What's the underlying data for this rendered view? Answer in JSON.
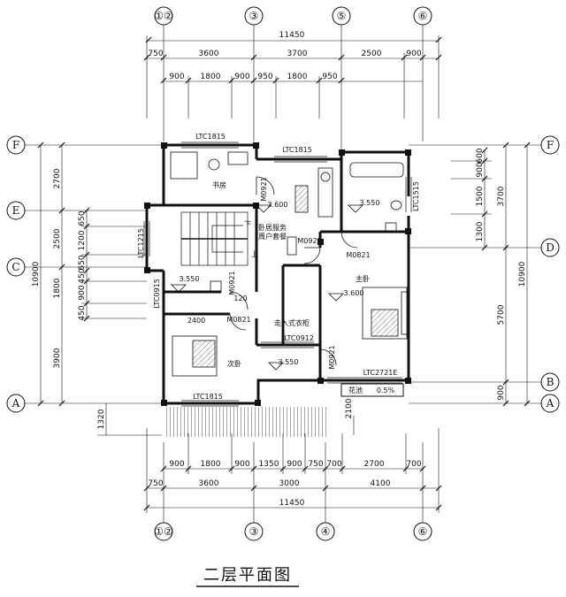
{
  "title": "二层平面图",
  "axes": {
    "top": [
      "①②",
      "③",
      "⑤",
      "⑥"
    ],
    "bottom": [
      "①②",
      "③",
      "④",
      "⑥"
    ],
    "left": [
      "F",
      "E",
      "C",
      "A"
    ],
    "right": [
      "F",
      "D",
      "B",
      "A"
    ]
  },
  "dims_top": {
    "total": "11450",
    "row1": [
      "750",
      "3600",
      "3700",
      "2500",
      "900"
    ],
    "row2": [
      "900",
      "1800",
      "900",
      "950",
      "1800",
      "950"
    ]
  },
  "dims_bottom": {
    "total": "11450",
    "row1": [
      "750",
      "3600",
      "3000",
      "4100"
    ],
    "row2": [
      "900",
      "1800",
      "900",
      "1350",
      "900",
      "750",
      "700",
      "2700",
      "700"
    ]
  },
  "dims_left": {
    "total": "10900",
    "row1": [
      "2700",
      "2500",
      "1800",
      "3900"
    ],
    "row2": [
      "650",
      "1200",
      "650",
      "450",
      "900",
      "450"
    ],
    "extra": "1320"
  },
  "dims_right": {
    "total": "10900",
    "row1": [
      "3700",
      "5700",
      "900"
    ],
    "row2": [
      "600",
      "900",
      "1500",
      "1300"
    ],
    "extra": "2100"
  },
  "rooms": {
    "study": "书房",
    "master": "主卧",
    "second": "次卧",
    "walkin": "走入式衣柜",
    "shared": [
      "卧居服务",
      "周户套餐"
    ]
  },
  "windows": {
    "w1": "LTC1815",
    "w2": "LTC1815",
    "w3": "LTC1815",
    "w4": "LTC1515",
    "w5": "LTC1215",
    "w6": "LTC0915",
    "w7": "LTC0912",
    "w8": "LTC2721E"
  },
  "doors": {
    "d1": "M0921",
    "d2": "M0921",
    "d3": "M0821",
    "d4": "M0921",
    "d5": "M0921",
    "d6": "M0821"
  },
  "levels": {
    "l1": "3.600",
    "l2": "3.550",
    "l3": "3.550",
    "l4": "3.600",
    "l5": "3.550"
  },
  "misc": {
    "stair_down": "下",
    "stair_up": "上",
    "num120": "120",
    "num2400": "2400",
    "planter": "花池",
    "slope": "0.5%"
  }
}
